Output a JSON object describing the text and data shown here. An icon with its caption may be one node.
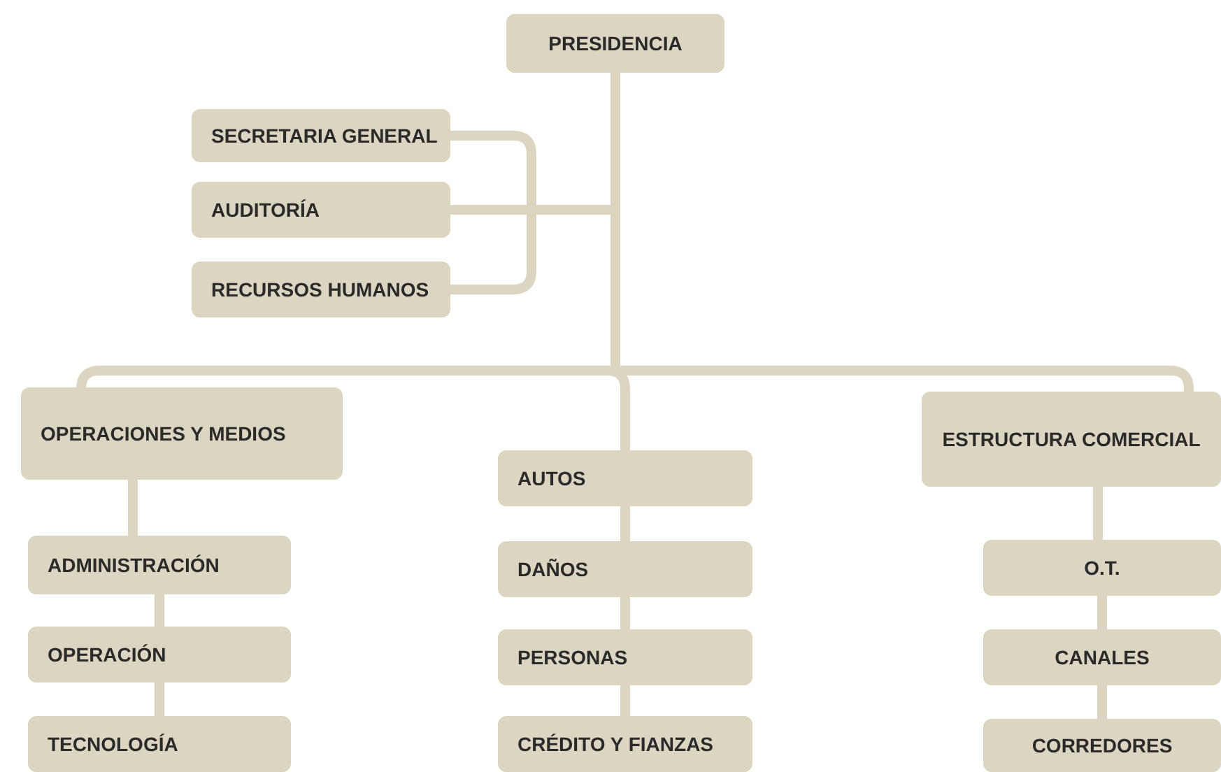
{
  "diagram": {
    "nodes": [
      {
        "text": [
          "PRESIDENCIA"
        ]
      },
      {
        "text": [
          "SECRETARIA GENERAL"
        ]
      },
      {
        "text": [
          "AUDITORÍA"
        ]
      },
      {
        "text": [
          "RECURSOS HUMANOS"
        ]
      },
      {
        "text": [
          "OPERACIONES Y MEDIOS"
        ]
      },
      {
        "text": [
          "ADMINISTRACIÓN"
        ]
      },
      {
        "text": [
          "OPERACIÓN"
        ]
      },
      {
        "text": [
          "TECNOLOGÍA"
        ]
      },
      {
        "text": [
          "AUTOS"
        ]
      },
      {
        "text": [
          "DAÑOS"
        ]
      },
      {
        "text": [
          "PERSONAS"
        ]
      },
      {
        "text": [
          "CRÉDITO Y FIANZAS"
        ]
      },
      {
        "text": [
          "ESTRUCTURA COMERCIAL"
        ]
      },
      {
        "text": [
          "O.T."
        ]
      },
      {
        "text": [
          "CANALES"
        ]
      },
      {
        "text": [
          "CORREDORES"
        ]
      }
    ],
    "edges": [
      {
        "from": 0,
        "to": 1,
        "arrow": "none"
      },
      {
        "from": 0,
        "to": 2,
        "arrow": "none"
      },
      {
        "from": 0,
        "to": 3,
        "arrow": "none"
      },
      {
        "from": 0,
        "to": 4,
        "arrow": "none"
      },
      {
        "from": 0,
        "to": 8,
        "arrow": "none"
      },
      {
        "from": 0,
        "to": 12,
        "arrow": "none"
      },
      {
        "from": 4,
        "to": 5,
        "arrow": "none"
      },
      {
        "from": 5,
        "to": 6,
        "arrow": "none"
      },
      {
        "from": 6,
        "to": 7,
        "arrow": "none"
      },
      {
        "from": 8,
        "to": 9,
        "arrow": "none"
      },
      {
        "from": 9,
        "to": 10,
        "arrow": "none"
      },
      {
        "from": 10,
        "to": 11,
        "arrow": "none"
      },
      {
        "from": 12,
        "to": 13,
        "arrow": "none"
      },
      {
        "from": 13,
        "to": 14,
        "arrow": "none"
      },
      {
        "from": 14,
        "to": 15,
        "arrow": "none"
      }
    ]
  }
}
